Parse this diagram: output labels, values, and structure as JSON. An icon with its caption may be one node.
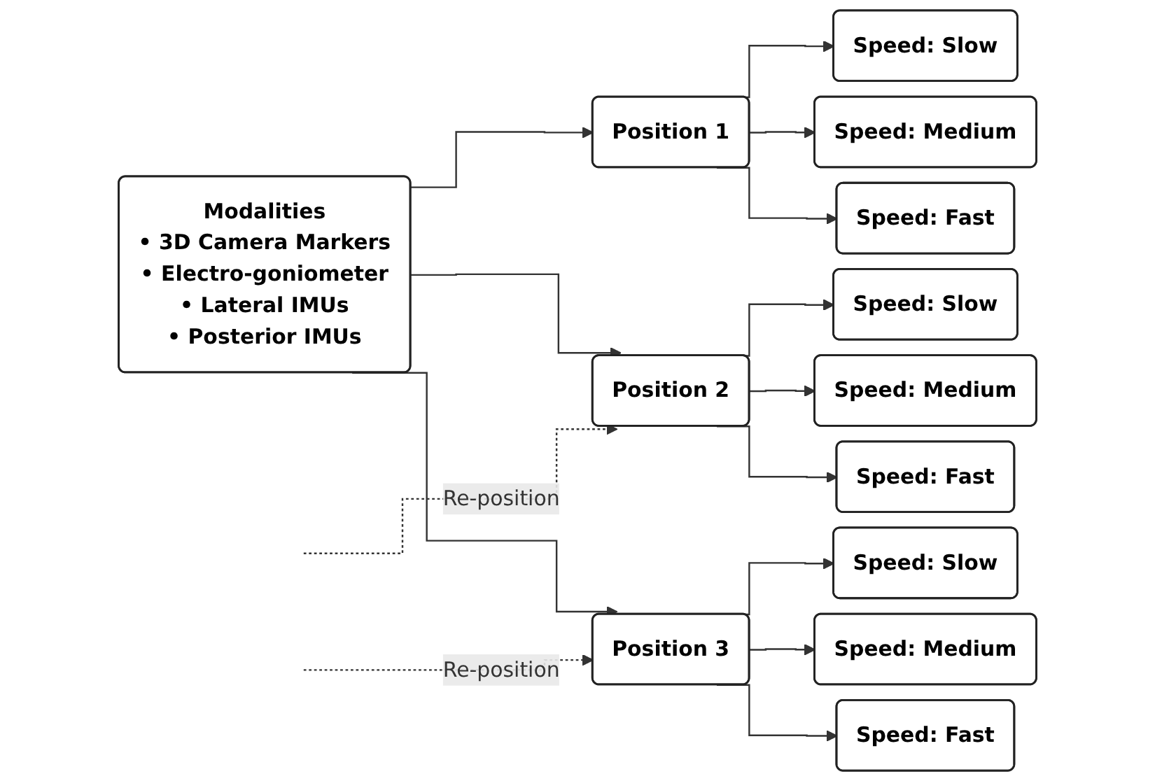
{
  "diagram": {
    "nodes": [
      {
        "text": [
          "Modalities",
          "• 3D Camera Markers",
          "• Electro-goniometer",
          "• Lateral IMUs",
          "• Posterior IMUs"
        ]
      },
      {
        "text": [
          "Position 1"
        ]
      },
      {
        "text": [
          "Speed: Slow"
        ]
      },
      {
        "text": [
          "Speed: Medium"
        ]
      },
      {
        "text": [
          "Speed: Fast"
        ]
      },
      {
        "text": [
          "Position 2"
        ]
      },
      {
        "text": [
          "Speed: Slow"
        ]
      },
      {
        "text": [
          "Speed: Medium"
        ]
      },
      {
        "text": [
          "Speed: Fast"
        ]
      },
      {
        "text": [
          "Position 3"
        ]
      },
      {
        "text": [
          "Speed: Slow"
        ]
      },
      {
        "text": [
          "Speed: Medium"
        ]
      },
      {
        "text": [
          "Speed: Fast"
        ]
      }
    ],
    "edges": [
      {
        "from": 0,
        "to": 1,
        "arrow": "to"
      },
      {
        "from": 0,
        "to": 5,
        "arrow": "to"
      },
      {
        "from": 0,
        "to": 9,
        "arrow": "to"
      },
      {
        "from": 1,
        "to": 2,
        "arrow": "to"
      },
      {
        "from": 1,
        "to": 3,
        "arrow": "to"
      },
      {
        "from": 1,
        "to": 4,
        "arrow": "to"
      },
      {
        "from": null,
        "to": 5,
        "arrow": "to",
        "label": "Re-position",
        "style": "dashed"
      },
      {
        "from": 5,
        "to": 6,
        "arrow": "to"
      },
      {
        "from": 5,
        "to": 7,
        "arrow": "to"
      },
      {
        "from": 5,
        "to": 8,
        "arrow": "to"
      },
      {
        "from": null,
        "to": 9,
        "arrow": "to",
        "label": "Re-position",
        "style": "dashed"
      },
      {
        "from": 9,
        "to": 10,
        "arrow": "to"
      },
      {
        "from": 9,
        "to": 11,
        "arrow": "to"
      },
      {
        "from": 9,
        "to": 12,
        "arrow": "to"
      }
    ]
  }
}
